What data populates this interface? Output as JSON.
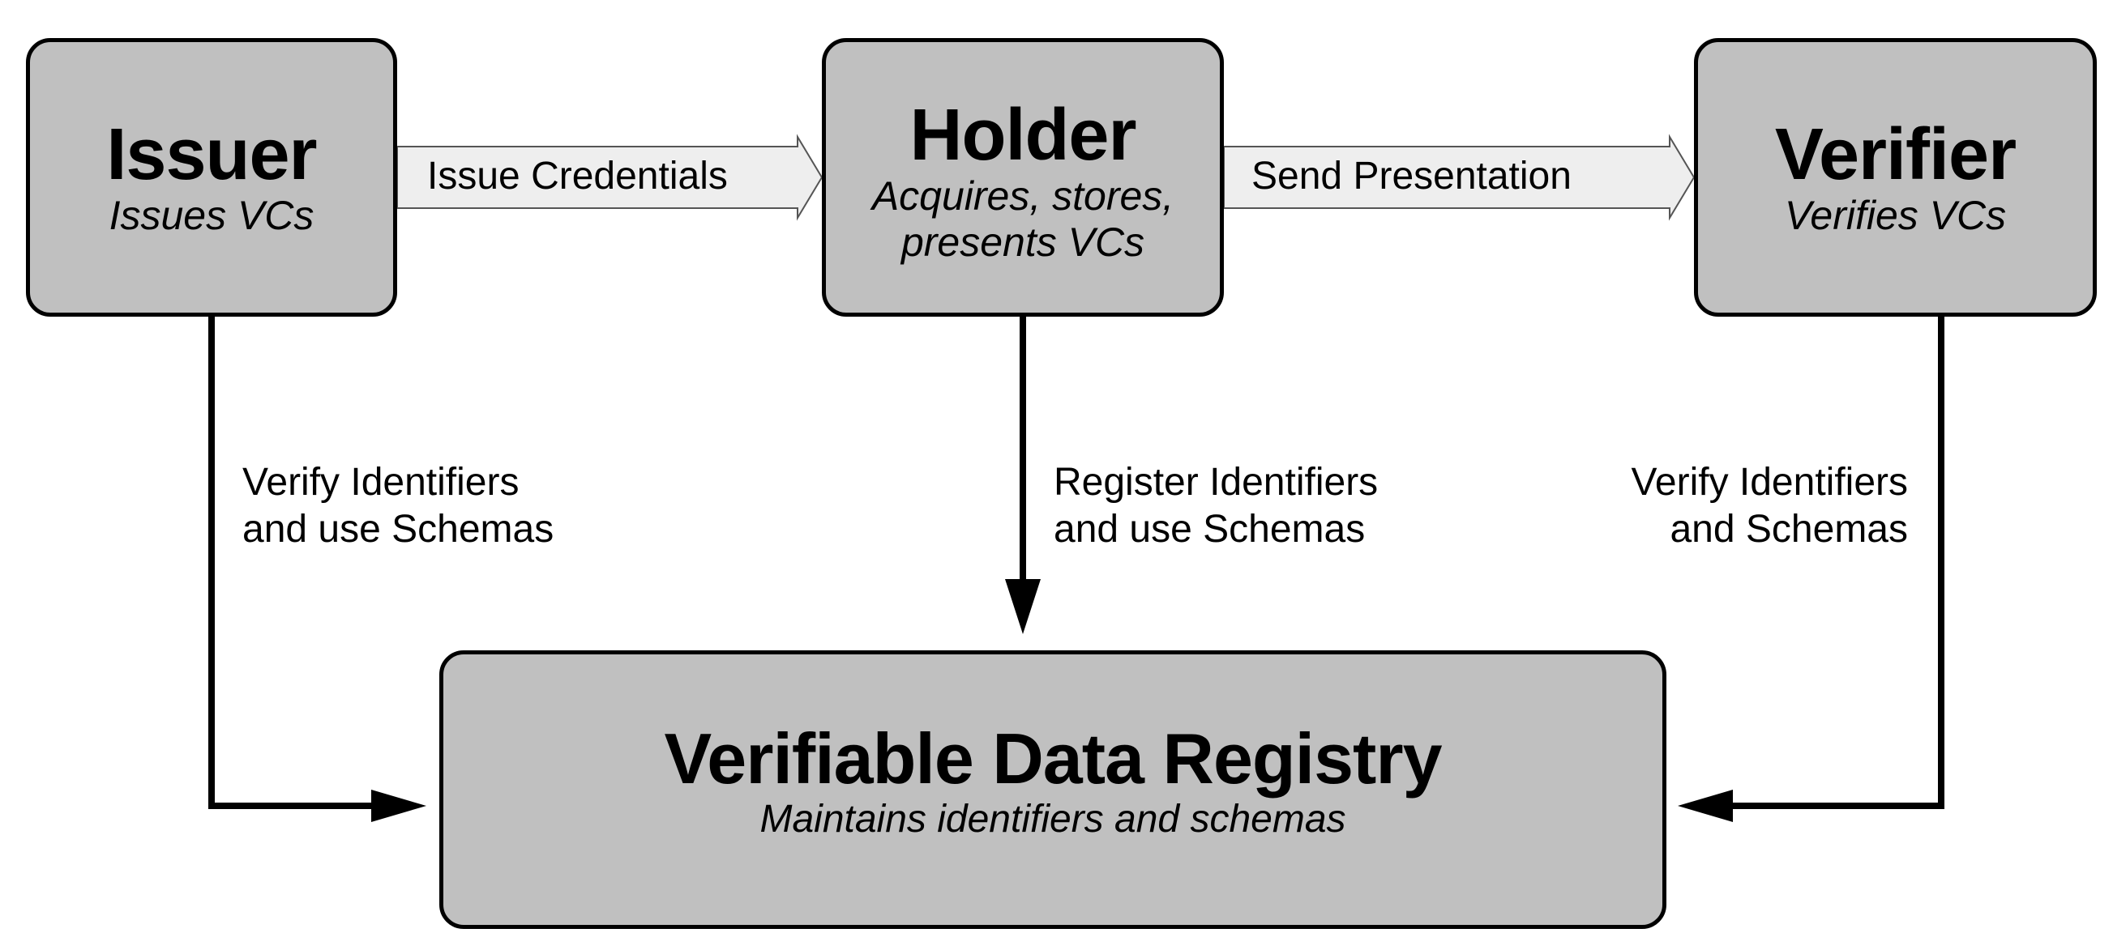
{
  "nodes": {
    "issuer": {
      "title": "Issuer",
      "subtitle": "Issues VCs"
    },
    "holder": {
      "title": "Holder",
      "subtitle_line1": "Acquires, stores,",
      "subtitle_line2": "presents VCs"
    },
    "verifier": {
      "title": "Verifier",
      "subtitle": "Verifies VCs"
    },
    "registry": {
      "title": "Verifiable Data Registry",
      "subtitle": "Maintains identifiers and schemas"
    }
  },
  "edges": {
    "issuer_to_holder": {
      "label": "Issue Credentials"
    },
    "holder_to_verifier": {
      "label": "Send Presentation"
    },
    "issuer_to_registry": {
      "line1": "Verify Identifiers",
      "line2": "and use Schemas"
    },
    "holder_to_registry": {
      "line1": "Register Identifiers",
      "line2": "and use Schemas"
    },
    "verifier_to_registry": {
      "line1": "Verify Identifiers",
      "line2": "and Schemas"
    }
  },
  "colors": {
    "box_fill": "#c0c0c0",
    "stroke": "#000000",
    "flow_arrow_fill": "#eeeeee",
    "flow_arrow_stroke": "#555555"
  }
}
